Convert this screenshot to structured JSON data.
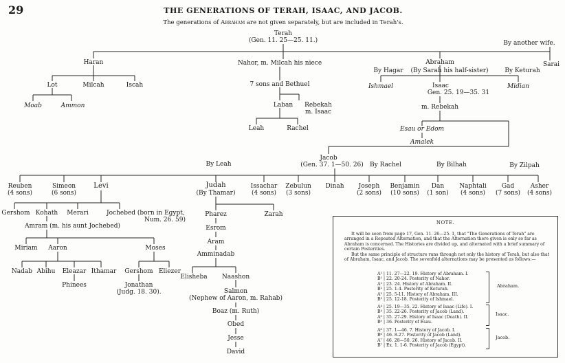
{
  "page_number": "29",
  "title": "THE GENERATIONS OF TERAH, ISAAC, AND JACOB.",
  "subtitle_pre": "The generations of ",
  "subtitle_name": "Abraham",
  "subtitle_post": " are not given separately, but are included in Terah's.",
  "nodes": {
    "terah": "Terah",
    "terah_ref": "(Gen. 11. 25—25. 11.)",
    "another_wife": "By another wife.",
    "haran": "Haran",
    "nahor": "Nahor, m. Milcah his niece",
    "abraham": "Abraham",
    "sarai": "Sarai",
    "by_hagar": "By Hagar",
    "by_sarah": "(By Sarah his half-sister)",
    "by_keturah": "By Keturah",
    "ishmael": "Ishmael",
    "midian": "Midian",
    "isaac": "Isaac",
    "isaac_ref": "Gen. 25. 19—35. 31",
    "m_rebekah": "m. Rebekah",
    "lot": "Lot",
    "milcah": "Milcah",
    "iscah": "Iscah",
    "moab": "Moab",
    "ammon": "Ammon",
    "seven_sons": "7 sons and Bethuel",
    "laban": "Laban",
    "rebekah_m_isaac_1": "Rebekah",
    "rebekah_m_isaac_2": "m. Isaac",
    "leah_top": "Leah",
    "rachel_top": "Rachel",
    "esau": "Esau or Edom",
    "amalek": "Amalek",
    "jacob": "Jacob",
    "jacob_ref": "(Gen. 37. 1—50. 26)",
    "by_leah": "By Leah",
    "by_rachel": "By Rachel",
    "by_bilhah": "By Bilhah",
    "by_zilpah": "By Zilpah",
    "reuben": "Reuben",
    "reuben_sons": "(4 sons)",
    "simeon": "Simeon",
    "simeon_sons": "(6 sons)",
    "levi": "Levi",
    "judah": "Judah",
    "judah_thamar": "(By Thamar)",
    "issachar": "Issachar",
    "issachar_sons": "(4 sons)",
    "zebulun": "Zebulun",
    "zebulun_sons": "(3 sons)",
    "dinah": "Dinah",
    "joseph": "Joseph",
    "joseph_sons": "(2 sons)",
    "benjamin": "Benjamin",
    "benjamin_sons": "(10 sons)",
    "dan": "Dan",
    "dan_sons": "(1 son)",
    "naphtali": "Naphtali",
    "naphtali_sons": "(4 sons)",
    "gad": "Gad",
    "gad_sons": "(7 sons)",
    "asher": "Asher",
    "asher_sons": "(4 sons)",
    "gershom_levi": "Gershom",
    "kohath": "Kohath",
    "merari": "Merari",
    "jochebed": "Jochebed (born in Egypt,",
    "jochebed_ref": "Num. 26. 59)",
    "amram": "Amram (m. his aunt Jochebed)",
    "miriam": "Miriam",
    "aaron": "Aaron",
    "moses": "Moses",
    "nadab": "Nadab",
    "abihu": "Abihu",
    "eleazar": "Eleazar",
    "ithamar": "Ithamar",
    "phinees": "Phinees",
    "gershom_moses": "Gershom",
    "eliezer": "Eliezer",
    "jonathan": "Jonathan",
    "jonathan_ref": "(Judg. 18. 30).",
    "pharez": "Pharez",
    "zarah": "Zarah",
    "esrom": "Esrom",
    "aram": "Aram",
    "amminadab": "Amminadab",
    "elisheba": "Elisheba",
    "naashon": "Naashon",
    "salmon": "Salmon",
    "salmon_note": "(Nephew of Aaron, m. Rahab)",
    "boaz": "Boaz (m. Ruth)",
    "obed": "Obed",
    "jesse": "Jesse",
    "david": "David"
  },
  "note": {
    "heading": "NOTE.",
    "para1": "It will be seen from page 17, Gen. 11. 26—25. 1, that \"The Generations of Terah\" are arranged in a Repeated Alternation, and that the Alternation there given is only so far as Abraham is concerned. The Histories are divided up, and alternated with a brief summary of certain Posterities.",
    "para2": "But the same principle of structure runs through not only the history of Terah, but also that of Abraham, Isaac, and Jacob. The sevenfold alternations may be presented as follows:—",
    "abraham_rows": [
      "A¹ | 11. 27—22. 19.  History of Abraham.  I.",
      "B¹ | 22. 20-24.  Posterity of Nahor.",
      "A² | 23. 24.  History of Abraham.  II.",
      "B² | 25. 1-4.  Posterity of Keturah.",
      "A³ | 25. 5-11.  History of Abraham.  III.",
      "B³ | 25. 12-18.  Posterity of Ishmael."
    ],
    "abraham_label": "Abraham.",
    "isaac_rows": [
      "A⁴ | 25. 19—35. 22.  History of Isaac (Life).  I.",
      "B⁴ | 35. 22-26.  Posterity of Jacob (Land).",
      "A⁵ | 35. 27-29.  History of Isaac (Death).  II.",
      "B⁵ | 36.  Posterity of Esau."
    ],
    "isaac_label": "Isaac.",
    "jacob_rows": [
      "A⁶ | 37. 1—46. 7.  History of Jacob.  I.",
      "B⁶ | 46. 8-27.  Posterity of Jacob (Land).",
      "A⁷ | 46. 28—50. 26.  History of Jacob.  II.",
      "B⁷ | Ex. 1. 1-6.  Posterity of Jacob (Egypt)."
    ],
    "jacob_label": "Jacob."
  }
}
